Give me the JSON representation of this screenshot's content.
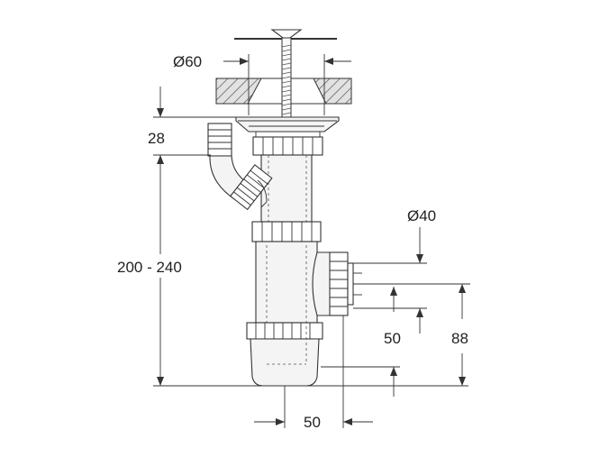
{
  "dimensions": {
    "outlet_diameter": "Ø60",
    "flange_thickness": "28",
    "total_height": "200 - 240",
    "waste_diameter": "Ø40",
    "outlet_offset": "50",
    "outlet_height": "88",
    "horizontal_offset": "50"
  }
}
